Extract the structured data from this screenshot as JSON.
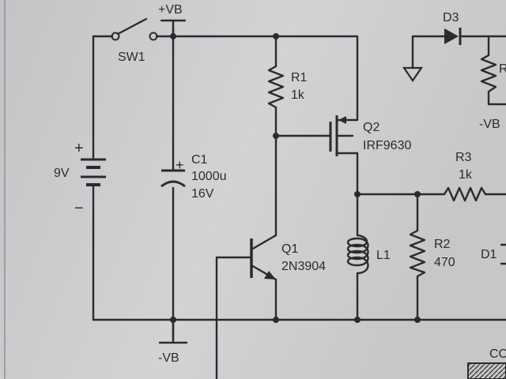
{
  "rails": {
    "positive": "+VB",
    "negative": "-VB"
  },
  "components": {
    "sw1": {
      "ref": "SW1"
    },
    "battery": {
      "value": "9V",
      "plus": "+",
      "minus": "−"
    },
    "c1": {
      "ref": "C1",
      "value": "1000u",
      "rating": "16V",
      "plus": "+"
    },
    "r1": {
      "ref": "R1",
      "value": "1k"
    },
    "q2": {
      "ref": "Q2",
      "value": "IRF9630"
    },
    "q1": {
      "ref": "Q1",
      "value": "2N3904"
    },
    "l1": {
      "ref": "L1"
    },
    "r2": {
      "ref": "R2",
      "value": "470"
    },
    "r3": {
      "ref": "R3",
      "value": "1k"
    },
    "d3": {
      "ref": "D3"
    },
    "d1": {
      "ref": "D1"
    },
    "side_rail": {
      "label": "-VB"
    },
    "partial_label": {
      "text": "CO"
    }
  }
}
